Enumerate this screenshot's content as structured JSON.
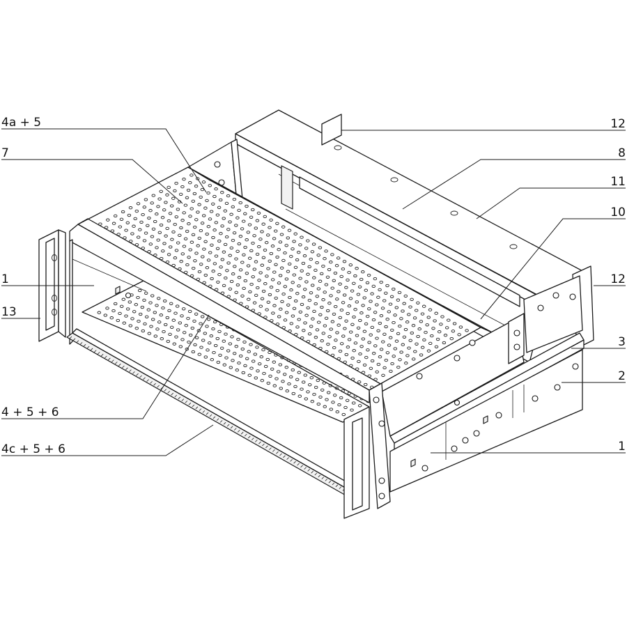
{
  "figure": {
    "colors": {
      "ink": "#1a1a1a",
      "background": "#ffffff"
    }
  },
  "callouts": {
    "left": [
      {
        "label": "4a + 5"
      },
      {
        "label": "7"
      },
      {
        "label": "1"
      },
      {
        "label": "13"
      },
      {
        "label": "4 + 5 + 6"
      },
      {
        "label": "4c + 5 + 6"
      }
    ],
    "right": [
      {
        "label": "12"
      },
      {
        "label": "8"
      },
      {
        "label": "11"
      },
      {
        "label": "10"
      },
      {
        "label": "12"
      },
      {
        "label": "3"
      },
      {
        "label": "2"
      },
      {
        "label": "1"
      }
    ]
  }
}
